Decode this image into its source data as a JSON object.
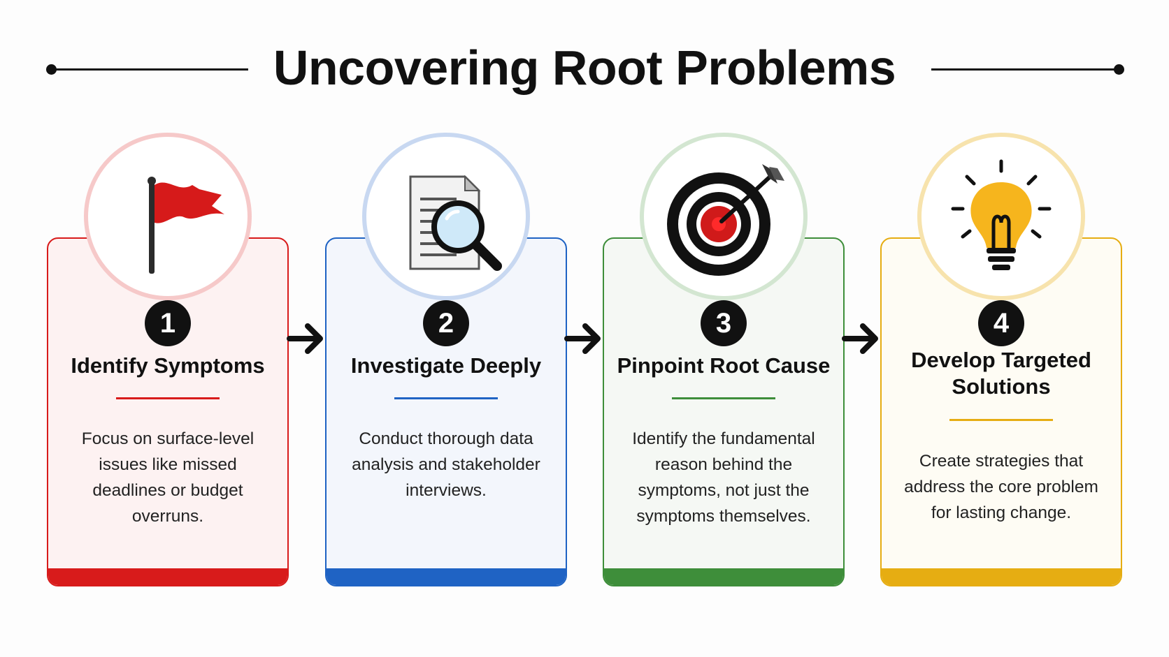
{
  "page": {
    "title": "Uncovering Root Problems"
  },
  "steps": [
    {
      "number": "1",
      "title": "Identify Symptoms",
      "description": "Focus on surface-level issues like missed deadlines or budget overruns.",
      "icon": "red-flag-icon",
      "color": "#d81b1b",
      "tint": "#fdf2f2",
      "ring": "#f6c9c9"
    },
    {
      "number": "2",
      "title": "Investigate Deeply",
      "description": "Conduct thorough data analysis and stakeholder interviews.",
      "icon": "document-magnifier-icon",
      "color": "#1f63c4",
      "tint": "#f3f6fc",
      "ring": "#c8d8f1"
    },
    {
      "number": "3",
      "title": "Pinpoint Root Cause",
      "description": "Identify the fundamental reason behind the symptoms, not just the symptoms themselves.",
      "icon": "target-arrow-icon",
      "color": "#3e8e3a",
      "tint": "#f5f8f4",
      "ring": "#d3e6d1"
    },
    {
      "number": "4",
      "title": "Develop Targeted Solutions",
      "description": "Create strategies that address the core problem for lasting change.",
      "icon": "lightbulb-icon",
      "color": "#e6ad12",
      "tint": "#fefcf4",
      "ring": "#f7e3ad"
    }
  ]
}
